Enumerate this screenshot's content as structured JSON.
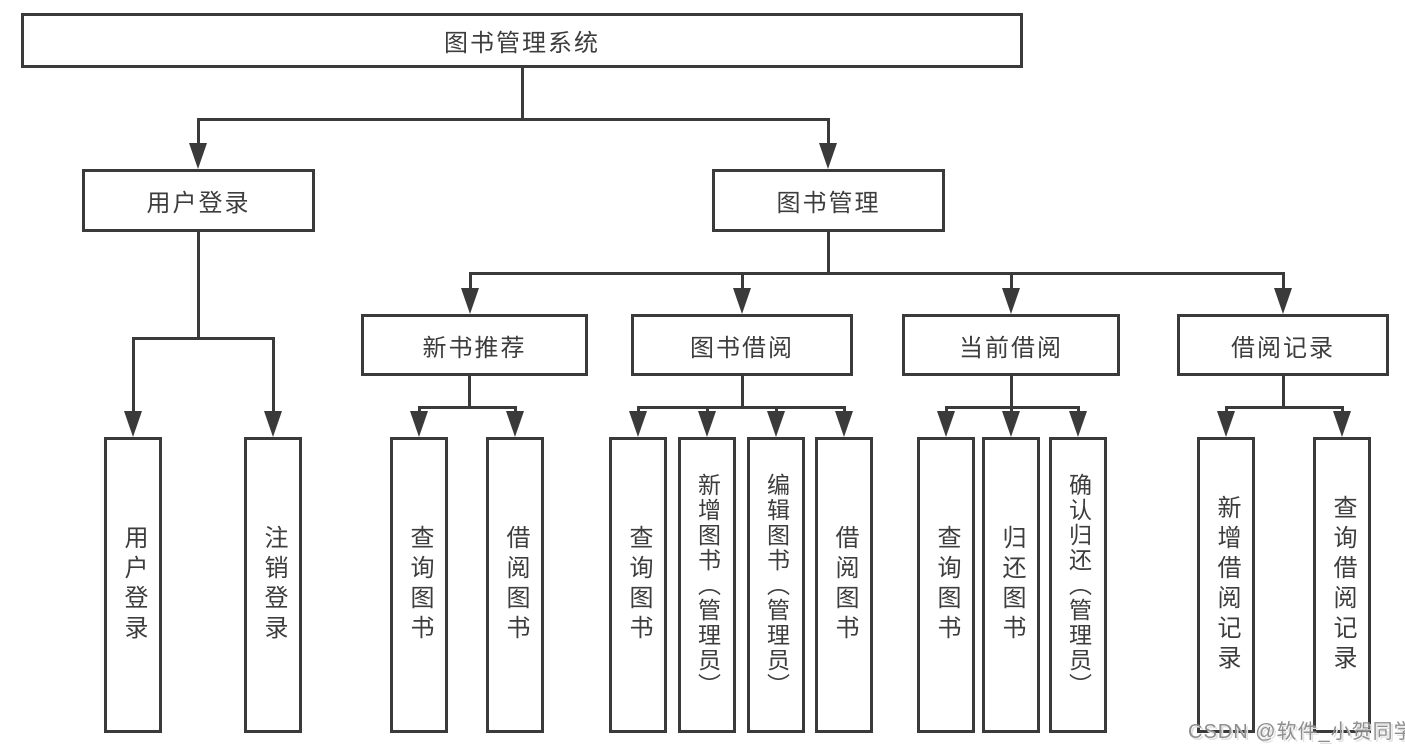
{
  "diagram_type": "hierarchy-tree",
  "colors": {
    "line": "#3a3a3a",
    "text": "#3d3d3d",
    "background": "#ffffff",
    "watermark": "#8f8f8f"
  },
  "tree": {
    "label": "图书管理系统",
    "children": [
      {
        "label": "用户登录",
        "children": [
          {
            "label": "用户登录"
          },
          {
            "label": "注销登录"
          }
        ]
      },
      {
        "label": "图书管理",
        "children": [
          {
            "label": "新书推荐",
            "children": [
              {
                "label": "查询图书"
              },
              {
                "label": "借阅图书"
              }
            ]
          },
          {
            "label": "图书借阅",
            "children": [
              {
                "label": "查询图书"
              },
              {
                "label": "新增图书（管理员）"
              },
              {
                "label": "编辑图书（管理员）"
              },
              {
                "label": "借阅图书"
              }
            ]
          },
          {
            "label": "当前借阅",
            "children": [
              {
                "label": "查询图书"
              },
              {
                "label": "归还图书"
              },
              {
                "label": "确认归还（管理员）"
              }
            ]
          },
          {
            "label": "借阅记录",
            "children": [
              {
                "label": "新增借阅记录"
              },
              {
                "label": "查询借阅记录"
              }
            ]
          }
        ]
      }
    ]
  },
  "watermark": "CSDN @软件_小贺同学"
}
